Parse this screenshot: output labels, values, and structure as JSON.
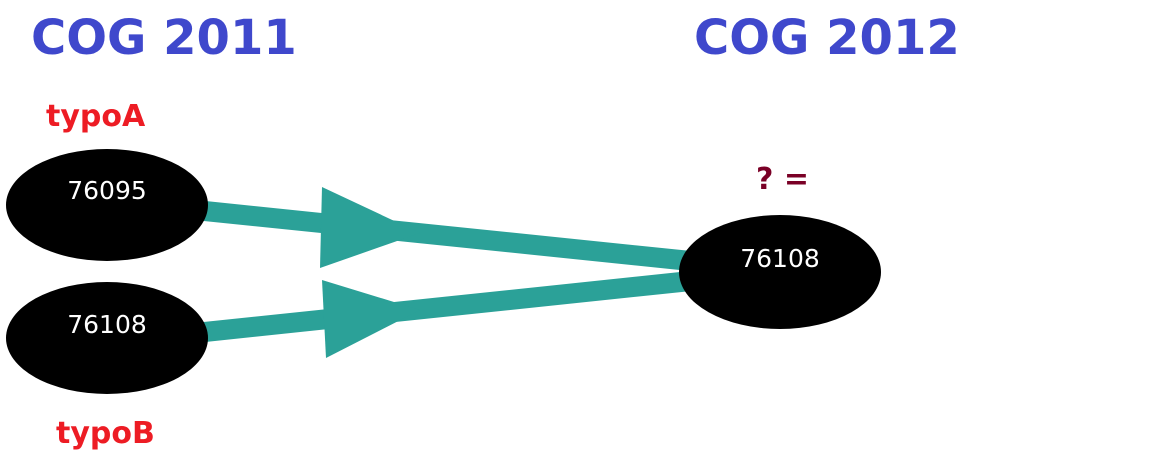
{
  "headings": {
    "left": "COG 2011",
    "right": "COG 2012"
  },
  "labels": {
    "type_a": "typoA",
    "type_b": "typoB",
    "question": "? ="
  },
  "nodes": {
    "node_a": "76095",
    "node_b": "76108",
    "node_target": "76108"
  },
  "colors": {
    "heading": "#3F48CC",
    "type_label": "#ED1C24",
    "question": "#7A0026",
    "node_fill": "#000000",
    "node_text": "#FFFFFF",
    "arrow": "#2BA198",
    "background": "#FFFFFF"
  }
}
